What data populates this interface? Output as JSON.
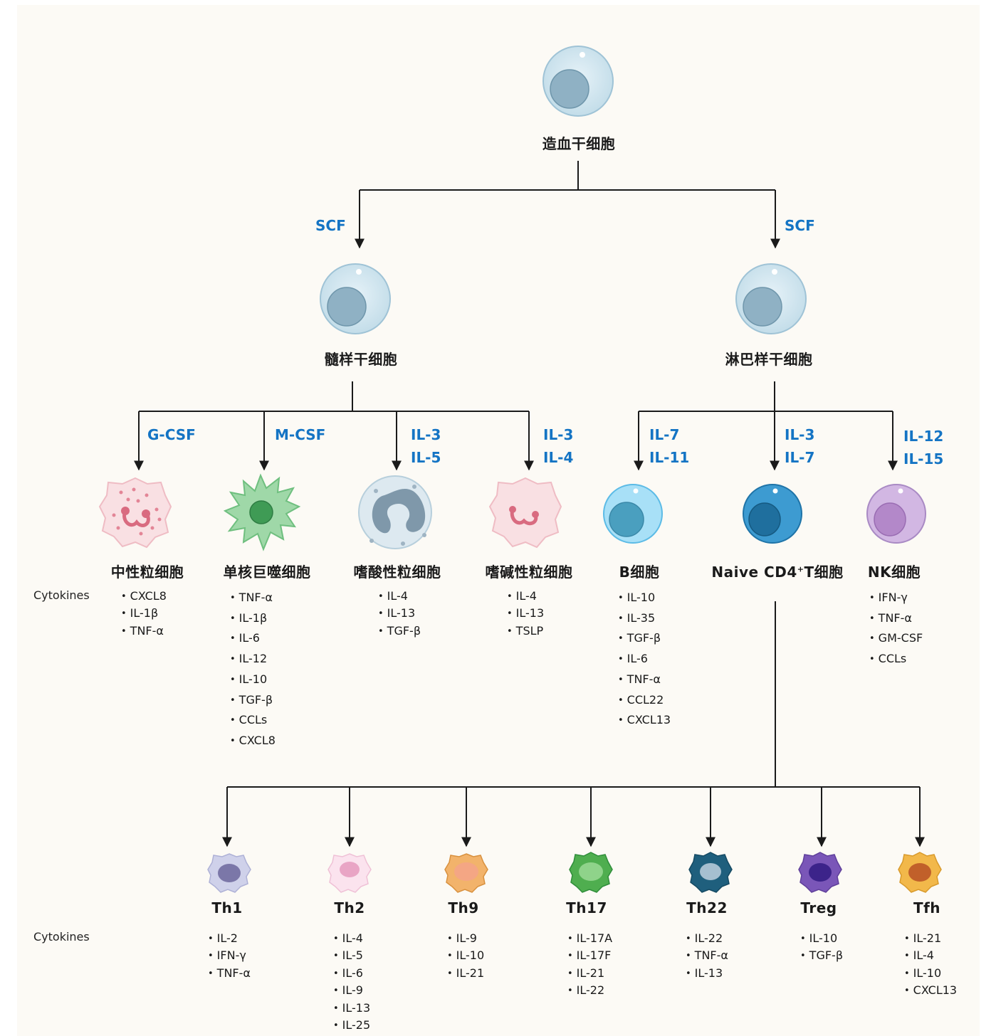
{
  "root": {
    "name": "造血干细胞"
  },
  "progenitors": [
    {
      "id": "myeloid",
      "name": "髓样干细胞",
      "factor": [
        "SCF"
      ]
    },
    {
      "id": "lymphoid",
      "name": "淋巴样干细胞",
      "factor": [
        "SCF"
      ]
    }
  ],
  "row_label": "Cytokines",
  "cells": [
    {
      "id": "neutrophil",
      "name": "中性粒细胞",
      "factor": [
        "G-CSF"
      ],
      "cytokines": [
        "CXCL8",
        "IL-1β",
        "TNF-α"
      ]
    },
    {
      "id": "macrophage",
      "name": "单核巨噬细胞",
      "factor": [
        "M-CSF"
      ],
      "cytokines": [
        "TNF-α",
        "IL-1β",
        "IL-6",
        "IL-12",
        "IL-10",
        "TGF-β",
        "CCLs",
        "CXCL8"
      ]
    },
    {
      "id": "eosinophil",
      "name": "嗜酸性粒细胞",
      "factor": [
        "IL-3",
        "IL-5"
      ],
      "cytokines": [
        "IL-4",
        "IL-13",
        "TGF-β"
      ]
    },
    {
      "id": "basophil",
      "name": "嗜碱性粒细胞",
      "factor": [
        "IL-3",
        "IL-4"
      ],
      "cytokines": [
        "IL-4",
        "IL-13",
        "TSLP"
      ]
    },
    {
      "id": "bcell",
      "name": "B细胞",
      "factor": [
        "IL-7",
        "IL-11"
      ],
      "cytokines": [
        "IL-10",
        "IL-35",
        "TGF-β",
        "IL-6",
        "TNF-α",
        "CCL22",
        "CXCL13"
      ]
    },
    {
      "id": "naive",
      "name_pre": "Naive CD4",
      "name_sup": "+",
      "name_post": "T细胞",
      "factor": [
        "IL-3",
        "IL-7"
      ],
      "cytokines": []
    },
    {
      "id": "nk",
      "name": "NK细胞",
      "factor": [
        "IL-12",
        "IL-15"
      ],
      "cytokines": [
        "IFN-γ",
        "TNF-α",
        "GM-CSF",
        "CCLs"
      ]
    }
  ],
  "th_cells": [
    {
      "id": "th1",
      "name": "Th1",
      "cytokines": [
        "IL-2",
        "IFN-γ",
        "TNF-α"
      ]
    },
    {
      "id": "th2",
      "name": "Th2",
      "cytokines": [
        "IL-4",
        "IL-5",
        "IL-6",
        "IL-9",
        "IL-13",
        "IL-25"
      ]
    },
    {
      "id": "th9",
      "name": "Th9",
      "cytokines": [
        "IL-9",
        "IL-10",
        "IL-21"
      ]
    },
    {
      "id": "th17",
      "name": "Th17",
      "cytokines": [
        "IL-17A",
        "IL-17F",
        "IL-21",
        "IL-22"
      ]
    },
    {
      "id": "th22",
      "name": "Th22",
      "cytokines": [
        "IL-22",
        "TNF-α",
        "IL-13"
      ]
    },
    {
      "id": "treg",
      "name": "Treg",
      "cytokines": [
        "IL-10",
        "TGF-β"
      ]
    },
    {
      "id": "tfh",
      "name": "Tfh",
      "cytokines": [
        "IL-21",
        "IL-4",
        "IL-10",
        "CXCL13"
      ]
    }
  ],
  "colors": {
    "factor": "#1474c4",
    "line": "#1a1a1a",
    "background": "#fcfaf5"
  }
}
